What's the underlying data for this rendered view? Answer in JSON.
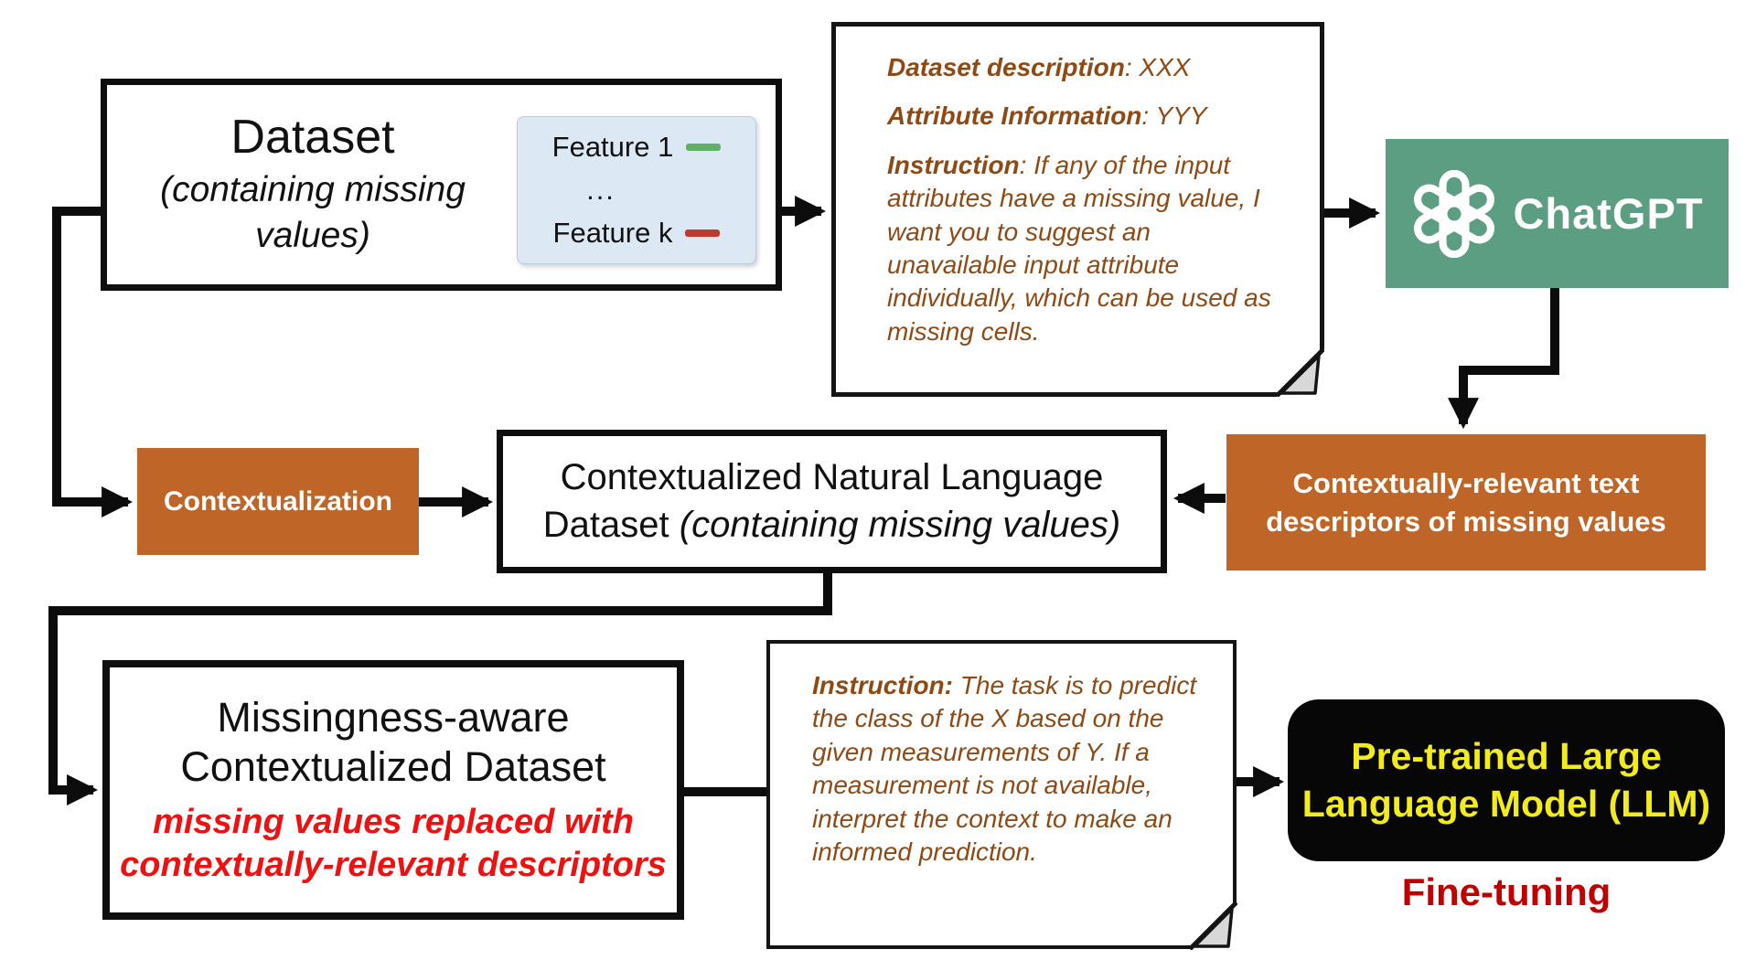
{
  "colors": {
    "orange_process": "#c06528",
    "chatgpt_green": "#5b9e82",
    "note_text_brown": "#8e4a15",
    "red_emphasis": "#ee1111",
    "fine_tuning_red": "#c00000",
    "llm_text_yellow": "#f2ec1f",
    "feature_panel_blue": "#dce9f5",
    "feature1_dash_green": "#5fb167",
    "featurek_dash_red": "#bf3a2e",
    "connector_black": "#0c0c0c"
  },
  "dataset_box": {
    "title": "Dataset",
    "subtitle": "(containing missing values)"
  },
  "feature_panel": {
    "rows": [
      {
        "label": "Feature 1",
        "dash": "#5fb167"
      },
      {
        "label": "..."
      },
      {
        "label": "Feature k",
        "dash": "#bf3a2e"
      }
    ]
  },
  "prompt_note_top": {
    "lines": [
      {
        "label": "Dataset description",
        "value": ": XXX"
      },
      {
        "label": "Attribute Information",
        "value": ": YYY"
      },
      {
        "label": "Instruction",
        "value": ": If any of the input attributes have a missing value, I want you to suggest an unavailable input attribute individually, which can be used as missing cells."
      }
    ]
  },
  "chatgpt_box": {
    "label": "ChatGPT"
  },
  "contextualization_box": {
    "label": "Contextualization"
  },
  "cnl_box": {
    "line1": "Contextualized Natural Language",
    "line2_normal": "Dataset ",
    "line2_italic": "(containing missing values)"
  },
  "descriptors_box": {
    "label": "Contextually-relevant text descriptors of missing values"
  },
  "missingness_box": {
    "title_line1": "Missingness-aware",
    "title_line2": "Contextualized Dataset",
    "note_line1": "missing values replaced with",
    "note_line2": "contextually-relevant descriptors"
  },
  "prompt_note_bottom": {
    "label": "Instruction:",
    "value": " The task is to predict the class of the X based on the given measurements of Y. If a measurement is not available, interpret the context to make an informed prediction."
  },
  "llm_box": {
    "line1": "Pre-trained Large",
    "line2": "Language Model (LLM)",
    "caption": "Fine-tuning"
  }
}
